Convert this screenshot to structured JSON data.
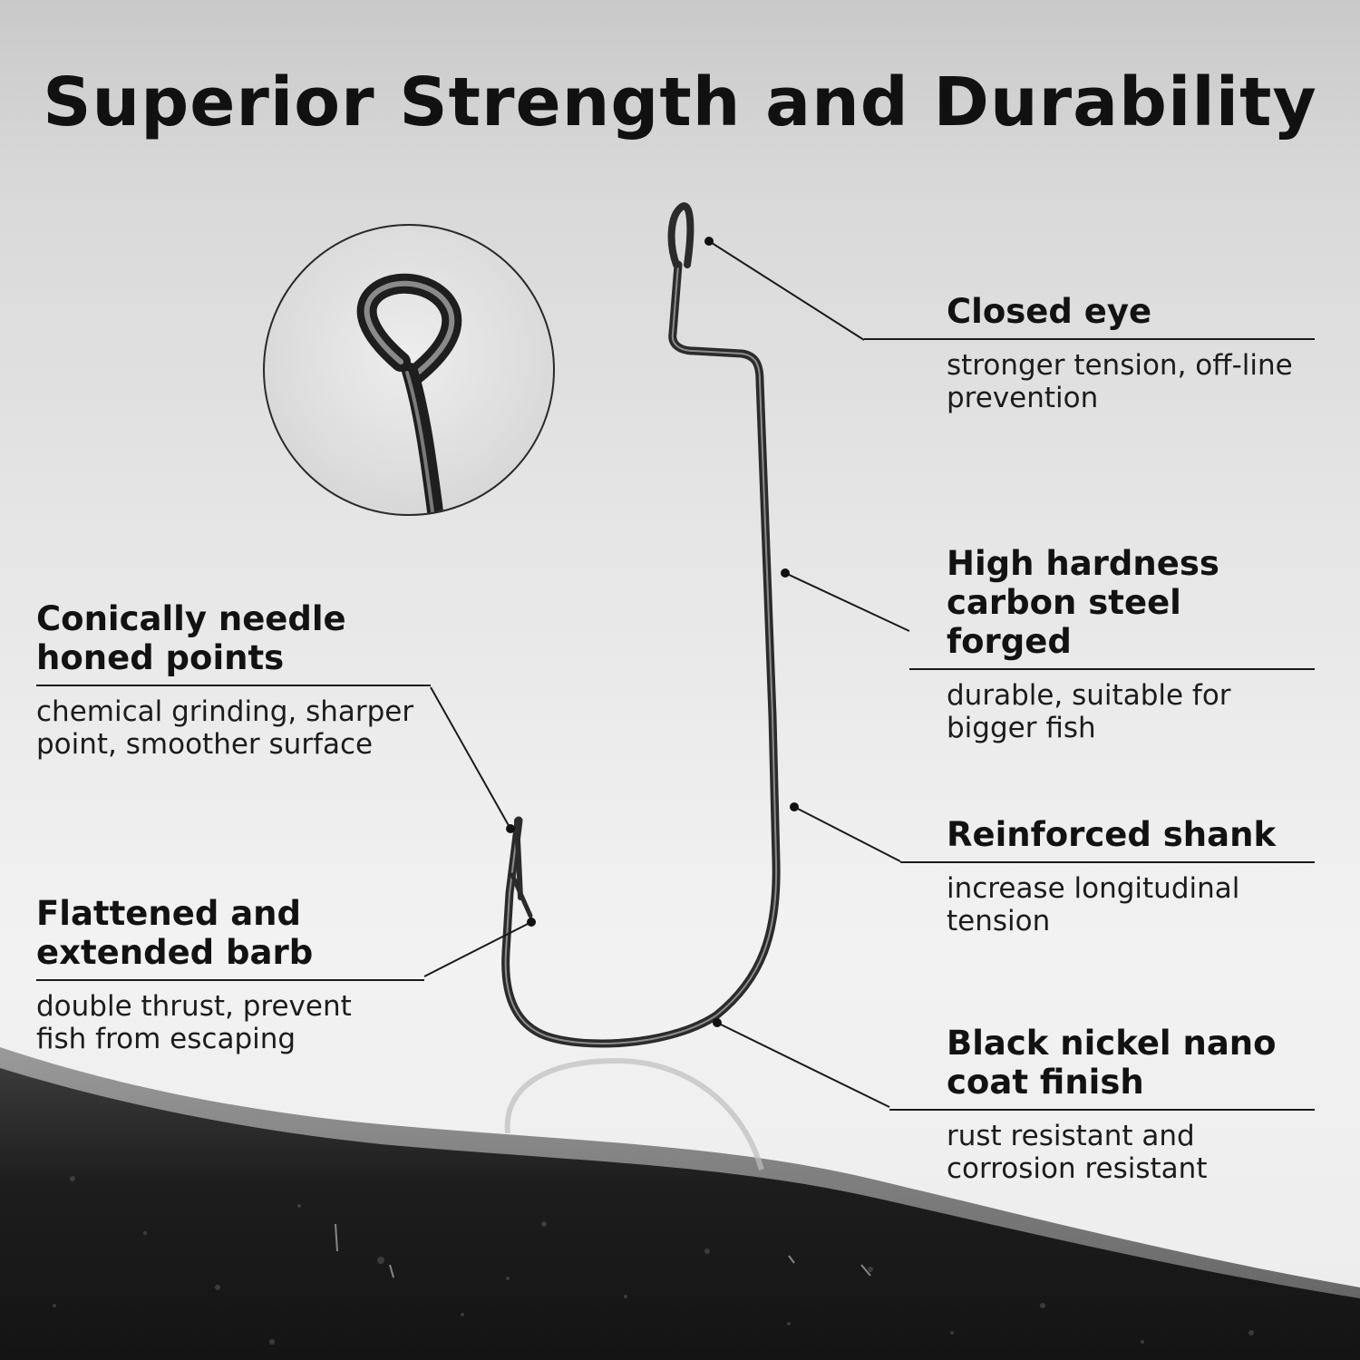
{
  "title": "Superior Strength and Durability",
  "features": {
    "closed_eye": {
      "heading": "Closed eye",
      "desc": "stronger tension, off-line prevention"
    },
    "high_hardness": {
      "heading": "High hardness carbon steel forged",
      "desc": "durable, suitable for bigger fish"
    },
    "reinforced_shank": {
      "heading": "Reinforced shank",
      "desc": "increase longitudinal tension"
    },
    "black_nickel": {
      "heading": "Black nickel nano coat finish",
      "desc": "rust resistant and corrosion resistant"
    },
    "conically_needle": {
      "heading": "Conically needle honed points",
      "desc": "chemical grinding, sharper point, smoother surface"
    },
    "flattened_barb": {
      "heading": "Flattened and extended barb",
      "desc": "double thrust,  prevent fish from escaping"
    }
  },
  "colors": {
    "hook": "#2b2b2b",
    "ground": "#1b1b1b",
    "text": "#111111"
  }
}
